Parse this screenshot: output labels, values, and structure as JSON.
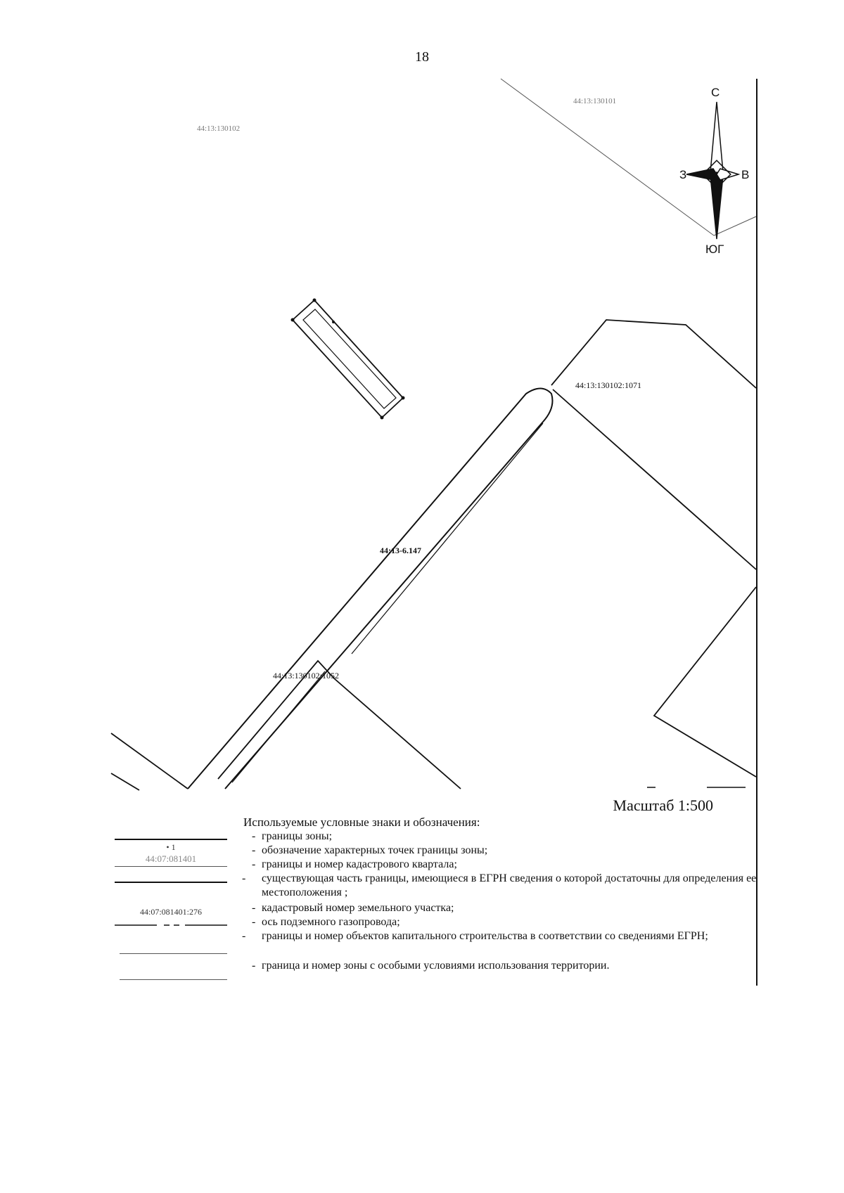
{
  "page": {
    "number": "18"
  },
  "map": {
    "labels": {
      "quarter_top_left": "44:13:130102",
      "quarter_top_right": "44:13:130101",
      "parcel_1071": "44:13:130102:1071",
      "zone_label": "44:13-6.147",
      "parcel_1052": "44:13:130102:1052"
    },
    "compass": {
      "north": "С",
      "south": "ЮГ",
      "west": "З",
      "east": "В"
    },
    "scale": "Масштаб 1:500"
  },
  "legend": {
    "title": "Используемые условные знаки и обозначения:",
    "symbol_point_number": "1",
    "symbol_quarter_number": "44:07:081401",
    "symbol_parcel_number": "44:07:081401:276",
    "items": [
      "границы зоны;",
      "обозначение характерных точек границы зоны;",
      "границы и номер кадастрового квартала;",
      "существующая часть границы, имеющиеся в ЕГРН сведения о которой достаточны для определения ее местоположения ;",
      "кадастровый номер земельного участка;",
      "ось подземного газопровода;",
      "границы и номер объектов капитального строительства в соответствии со сведениями ЕГРН;",
      "граница и номер зоны с особыми условиями использования территории."
    ]
  }
}
